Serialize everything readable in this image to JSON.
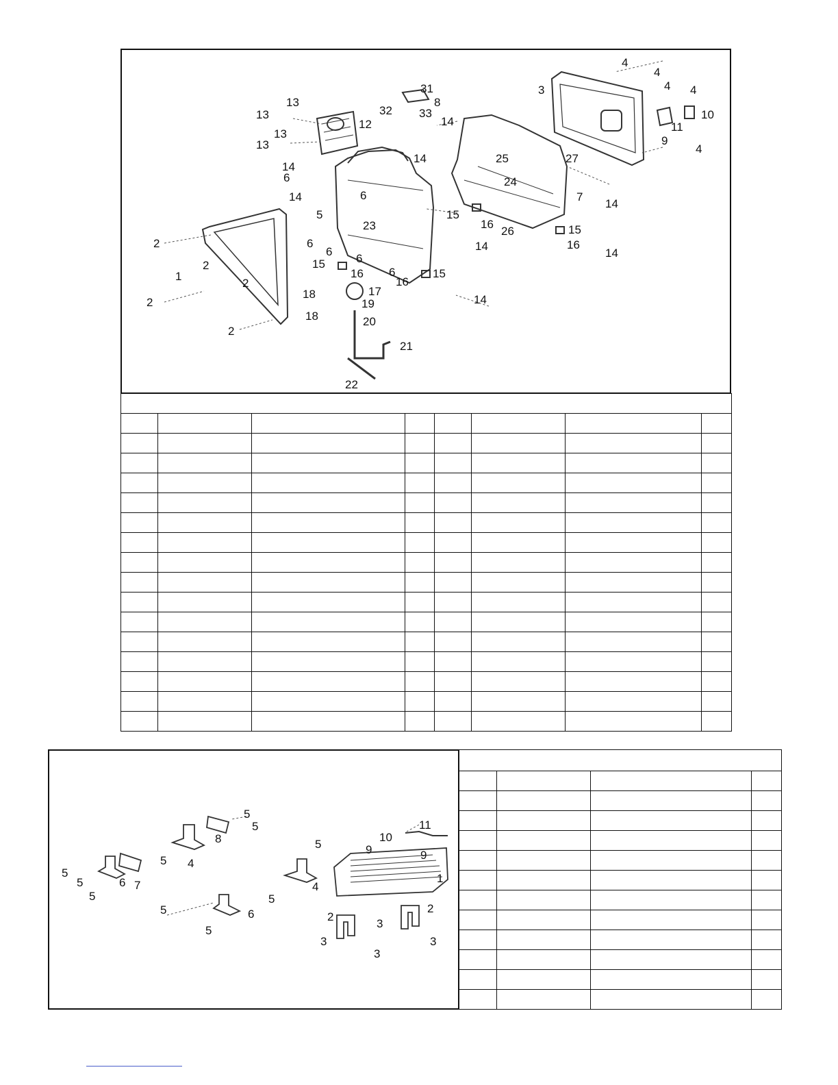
{
  "top_diagram": {
    "labels": [
      "1",
      "2",
      "3",
      "4",
      "5",
      "6",
      "7",
      "8",
      "9",
      "10",
      "11",
      "12",
      "13",
      "14",
      "15",
      "16",
      "17",
      "18",
      "19",
      "20",
      "21",
      "22",
      "23",
      "24",
      "25",
      "26",
      "27",
      "31",
      "32",
      "33"
    ]
  },
  "bottom_diagram": {
    "labels": [
      "1",
      "2",
      "3",
      "4",
      "5",
      "6",
      "7",
      "8",
      "9",
      "10",
      "11"
    ]
  }
}
